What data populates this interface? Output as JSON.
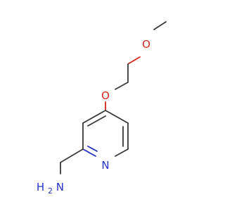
{
  "molecule": {
    "atoms": {
      "methoxy_oxygen": "O",
      "ether_oxygen": "O",
      "ring_nitrogen": "N",
      "amine_group": "NH2"
    },
    "amine_text": {
      "main": "H",
      "sub": "2",
      "tail": "N"
    }
  },
  "colors": {
    "bond": "#3a3a3a",
    "oxygen": "#d9261c",
    "nitrogen": "#2733c9",
    "background": "#ffffff"
  }
}
